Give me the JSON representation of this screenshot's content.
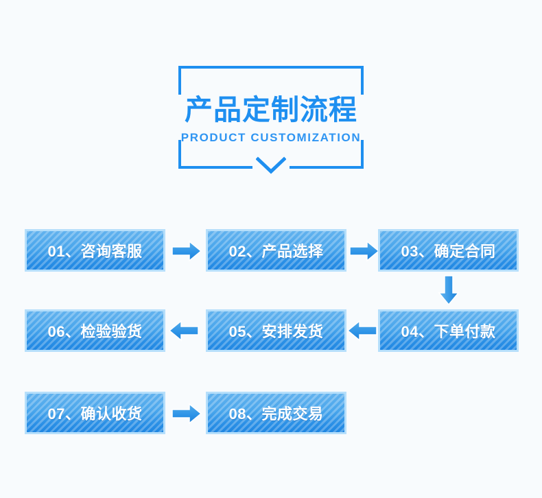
{
  "page": {
    "background_color": "#f8fbfd",
    "accent_color": "#1e8ff0",
    "box_border_color": "#b6dffb"
  },
  "header": {
    "title_cn": "产品定制流程",
    "title_en": "PRODUCT CUSTOMIZATION",
    "bracket_color": "#1e8ff0",
    "chevron_icon": "chevron-down-icon"
  },
  "flow": {
    "rows": [
      {
        "direction": "right",
        "steps": [
          {
            "number": "01",
            "name": "咨询客服",
            "label": "01、咨询客服"
          },
          {
            "number": "02",
            "name": "产品选择",
            "label": "02、产品选择"
          },
          {
            "number": "03",
            "name": "确定合同",
            "label": "03、确定合同"
          }
        ],
        "arrow_icon": "arrow-right-icon"
      },
      {
        "direction": "left",
        "steps": [
          {
            "number": "06",
            "name": "检验验货",
            "label": "06、检验验货"
          },
          {
            "number": "05",
            "name": "安排发货",
            "label": "05、安排发货"
          },
          {
            "number": "04",
            "name": "下单付款",
            "label": "04、下单付款"
          }
        ],
        "arrow_icon": "arrow-left-icon"
      },
      {
        "direction": "right",
        "steps": [
          {
            "number": "07",
            "name": "确认收货",
            "label": "07、确认收货"
          },
          {
            "number": "08",
            "name": "完成交易",
            "label": "08、完成交易"
          }
        ],
        "arrow_icon": "arrow-right-icon"
      }
    ],
    "connector_down_icon": "arrow-down-icon"
  }
}
